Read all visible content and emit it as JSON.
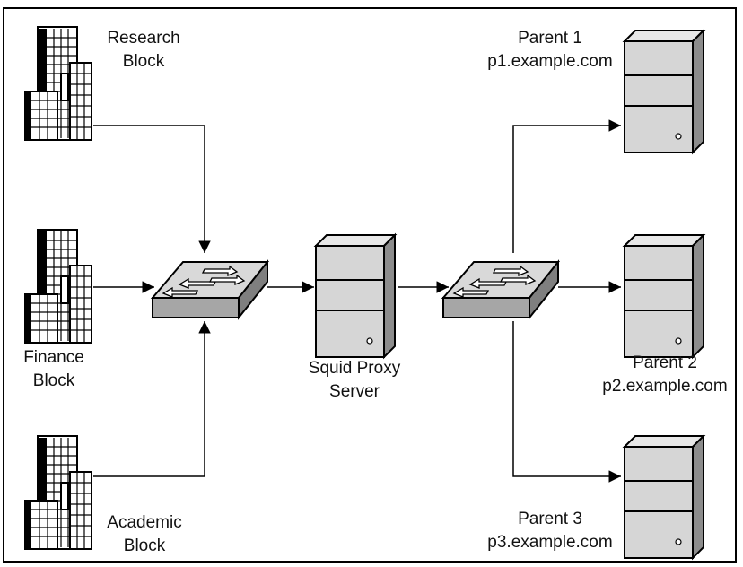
{
  "blocks": {
    "research": {
      "line1": "Research",
      "line2": "Block"
    },
    "finance": {
      "line1": "Finance",
      "line2": "Block"
    },
    "academic": {
      "line1": "Academic",
      "line2": "Block"
    }
  },
  "proxy": {
    "line1": "Squid Proxy",
    "line2": "Server"
  },
  "parents": [
    {
      "name": "Parent 1",
      "host": "p1.example.com"
    },
    {
      "name": "Parent 2",
      "host": "p2.example.com"
    },
    {
      "name": "Parent 3",
      "host": "p3.example.com"
    }
  ],
  "colors": {
    "line": "#000000",
    "server_front": "#d6d6d6",
    "server_side": "#8c8c8c",
    "server_top": "#e8e8e8",
    "switch_top": "#d9d9d9",
    "switch_front": "#a6a6a6"
  }
}
